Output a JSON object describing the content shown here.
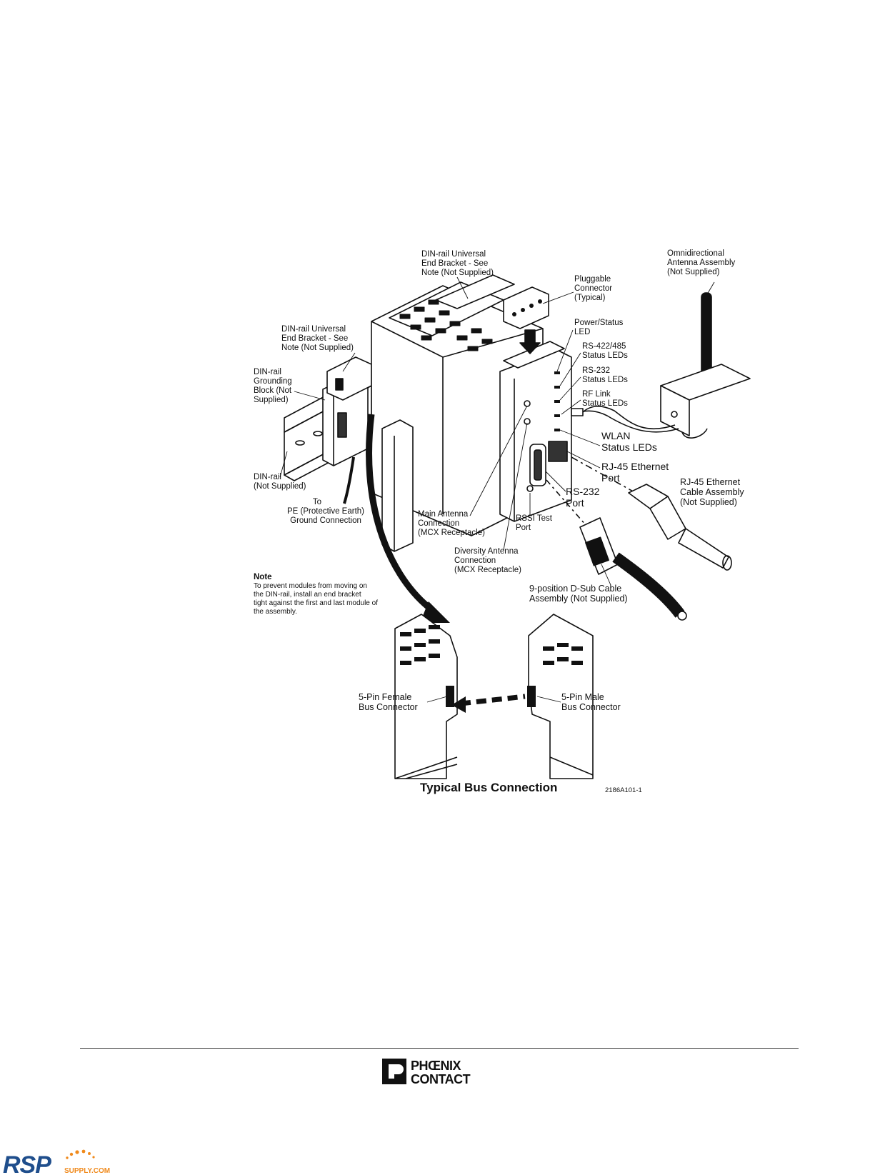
{
  "diagram": {
    "labels": {
      "din_end_bracket_top": [
        "DIN-rail Universal",
        "End Bracket - See",
        "Note (Not Supplied)"
      ],
      "din_end_bracket_left": [
        "DIN-rail Universal",
        "End Bracket - See",
        "Note (Not Supplied)"
      ],
      "grounding_block": [
        "DIN-rail",
        "Grounding",
        "Block (Not",
        "Supplied)"
      ],
      "din_rail": [
        "DIN-rail",
        "(Not Supplied)"
      ],
      "pe_ground": [
        "To",
        "PE (Protective Earth)",
        "Ground Connection"
      ],
      "pluggable_connector": [
        "Pluggable",
        "Connector",
        "(Typical)"
      ],
      "power_status_led": [
        "Power/Status",
        "LED"
      ],
      "rs422_leds": [
        "RS-422/485",
        "Status LEDs"
      ],
      "rs232_leds": [
        "RS-232",
        "Status LEDs"
      ],
      "rf_link_leds": [
        "RF Link",
        "Status LEDs"
      ],
      "wlan_leds": [
        "WLAN",
        "Status LEDs"
      ],
      "rj45_port": [
        "RJ-45 Ethernet",
        "Port"
      ],
      "rs232_port": [
        "RS-232",
        "Port"
      ],
      "rssi_port": [
        "RSSI Test",
        "Port"
      ],
      "main_antenna": [
        "Main Antenna",
        "Connection",
        "(MCX Receptacle)"
      ],
      "diversity_antenna": [
        "Diversity Antenna",
        "Connection",
        "(MCX Receptacle)"
      ],
      "omni_antenna": [
        "Omnidirectional",
        "Antenna Assembly",
        "(Not Supplied)"
      ],
      "rj45_cable": [
        "RJ-45 Ethernet",
        "Cable Assembly",
        "(Not Supplied)"
      ],
      "dsub_cable": [
        "9-position D-Sub Cable",
        "Assembly (Not Supplied)"
      ],
      "female_bus": [
        "5-Pin Female",
        "Bus Connector"
      ],
      "male_bus": [
        "5-Pin Male",
        "Bus Connector"
      ]
    },
    "note": {
      "title": "Note",
      "lines": [
        "To prevent modules from moving on",
        "the DIN-rail, install an end bracket",
        "tight against the first and last module of",
        "the assembly."
      ]
    },
    "caption": "Typical Bus Connection",
    "figure_id": "2186A101-1"
  },
  "footer": {
    "brand_top": "PHŒNIX",
    "brand_bottom": "CONTACT",
    "watermark_main": "RSP",
    "watermark_sub": "SUPPLY.COM",
    "colors": {
      "ink": "#111111",
      "watermark_blue": "#1f4e8c",
      "watermark_orange": "#f08a1c"
    }
  }
}
